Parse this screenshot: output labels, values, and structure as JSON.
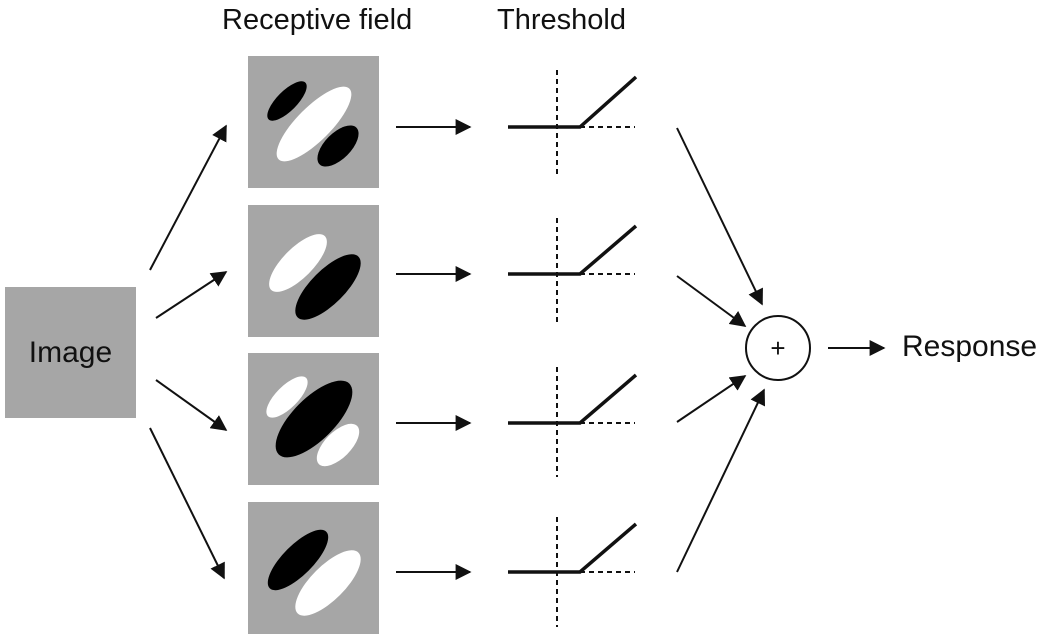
{
  "headers": {
    "receptive_field": "Receptive field",
    "threshold": "Threshold"
  },
  "input": {
    "label": "Image"
  },
  "summation": {
    "symbol": "+"
  },
  "output": {
    "label": "Response"
  },
  "colors": {
    "field_gray": "#a6a6a6",
    "dark_lobe": "#000000",
    "light_lobe": "#ffffff",
    "stroke": "#111111"
  },
  "receptive_fields": [
    {
      "id": "rf1"
    },
    {
      "id": "rf2"
    },
    {
      "id": "rf3"
    },
    {
      "id": "rf4"
    }
  ],
  "thresholds": [
    {
      "id": "th1"
    },
    {
      "id": "th2"
    },
    {
      "id": "th3"
    },
    {
      "id": "th4"
    }
  ]
}
